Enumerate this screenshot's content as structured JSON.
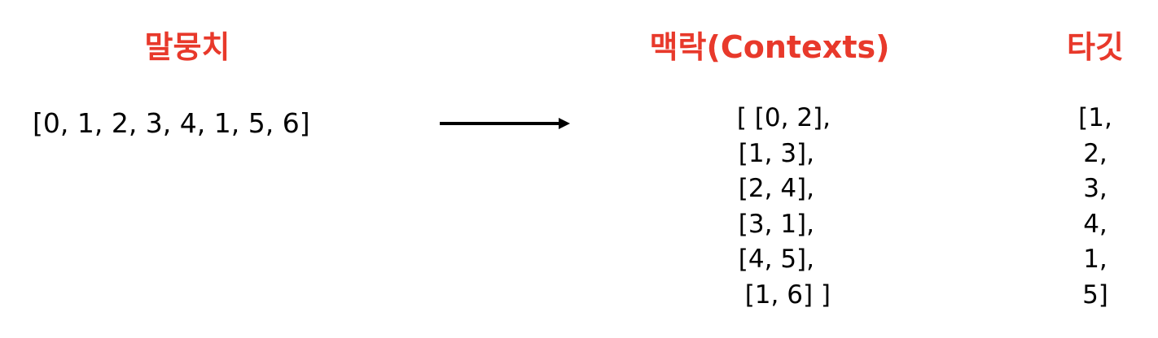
{
  "headings": {
    "corpus": "말뭉치",
    "contexts": "맥락(Contexts)",
    "target": "타깃"
  },
  "corpus_text": "[0, 1, 2, 3, 4, 1, 5, 6]",
  "contexts_rows": [
    "[ [0, 2],",
    "[1, 3],",
    "[2, 4],",
    "[3, 1],",
    "[4, 5],",
    "[1, 6] ]"
  ],
  "target_rows": [
    "[1,",
    "2,",
    "3,",
    "4,",
    "1,",
    "5]"
  ],
  "colors": {
    "heading": "#e8392b",
    "text": "#000000",
    "arrow": "#000000"
  },
  "icons": {
    "arrow": "right-arrow-icon"
  }
}
